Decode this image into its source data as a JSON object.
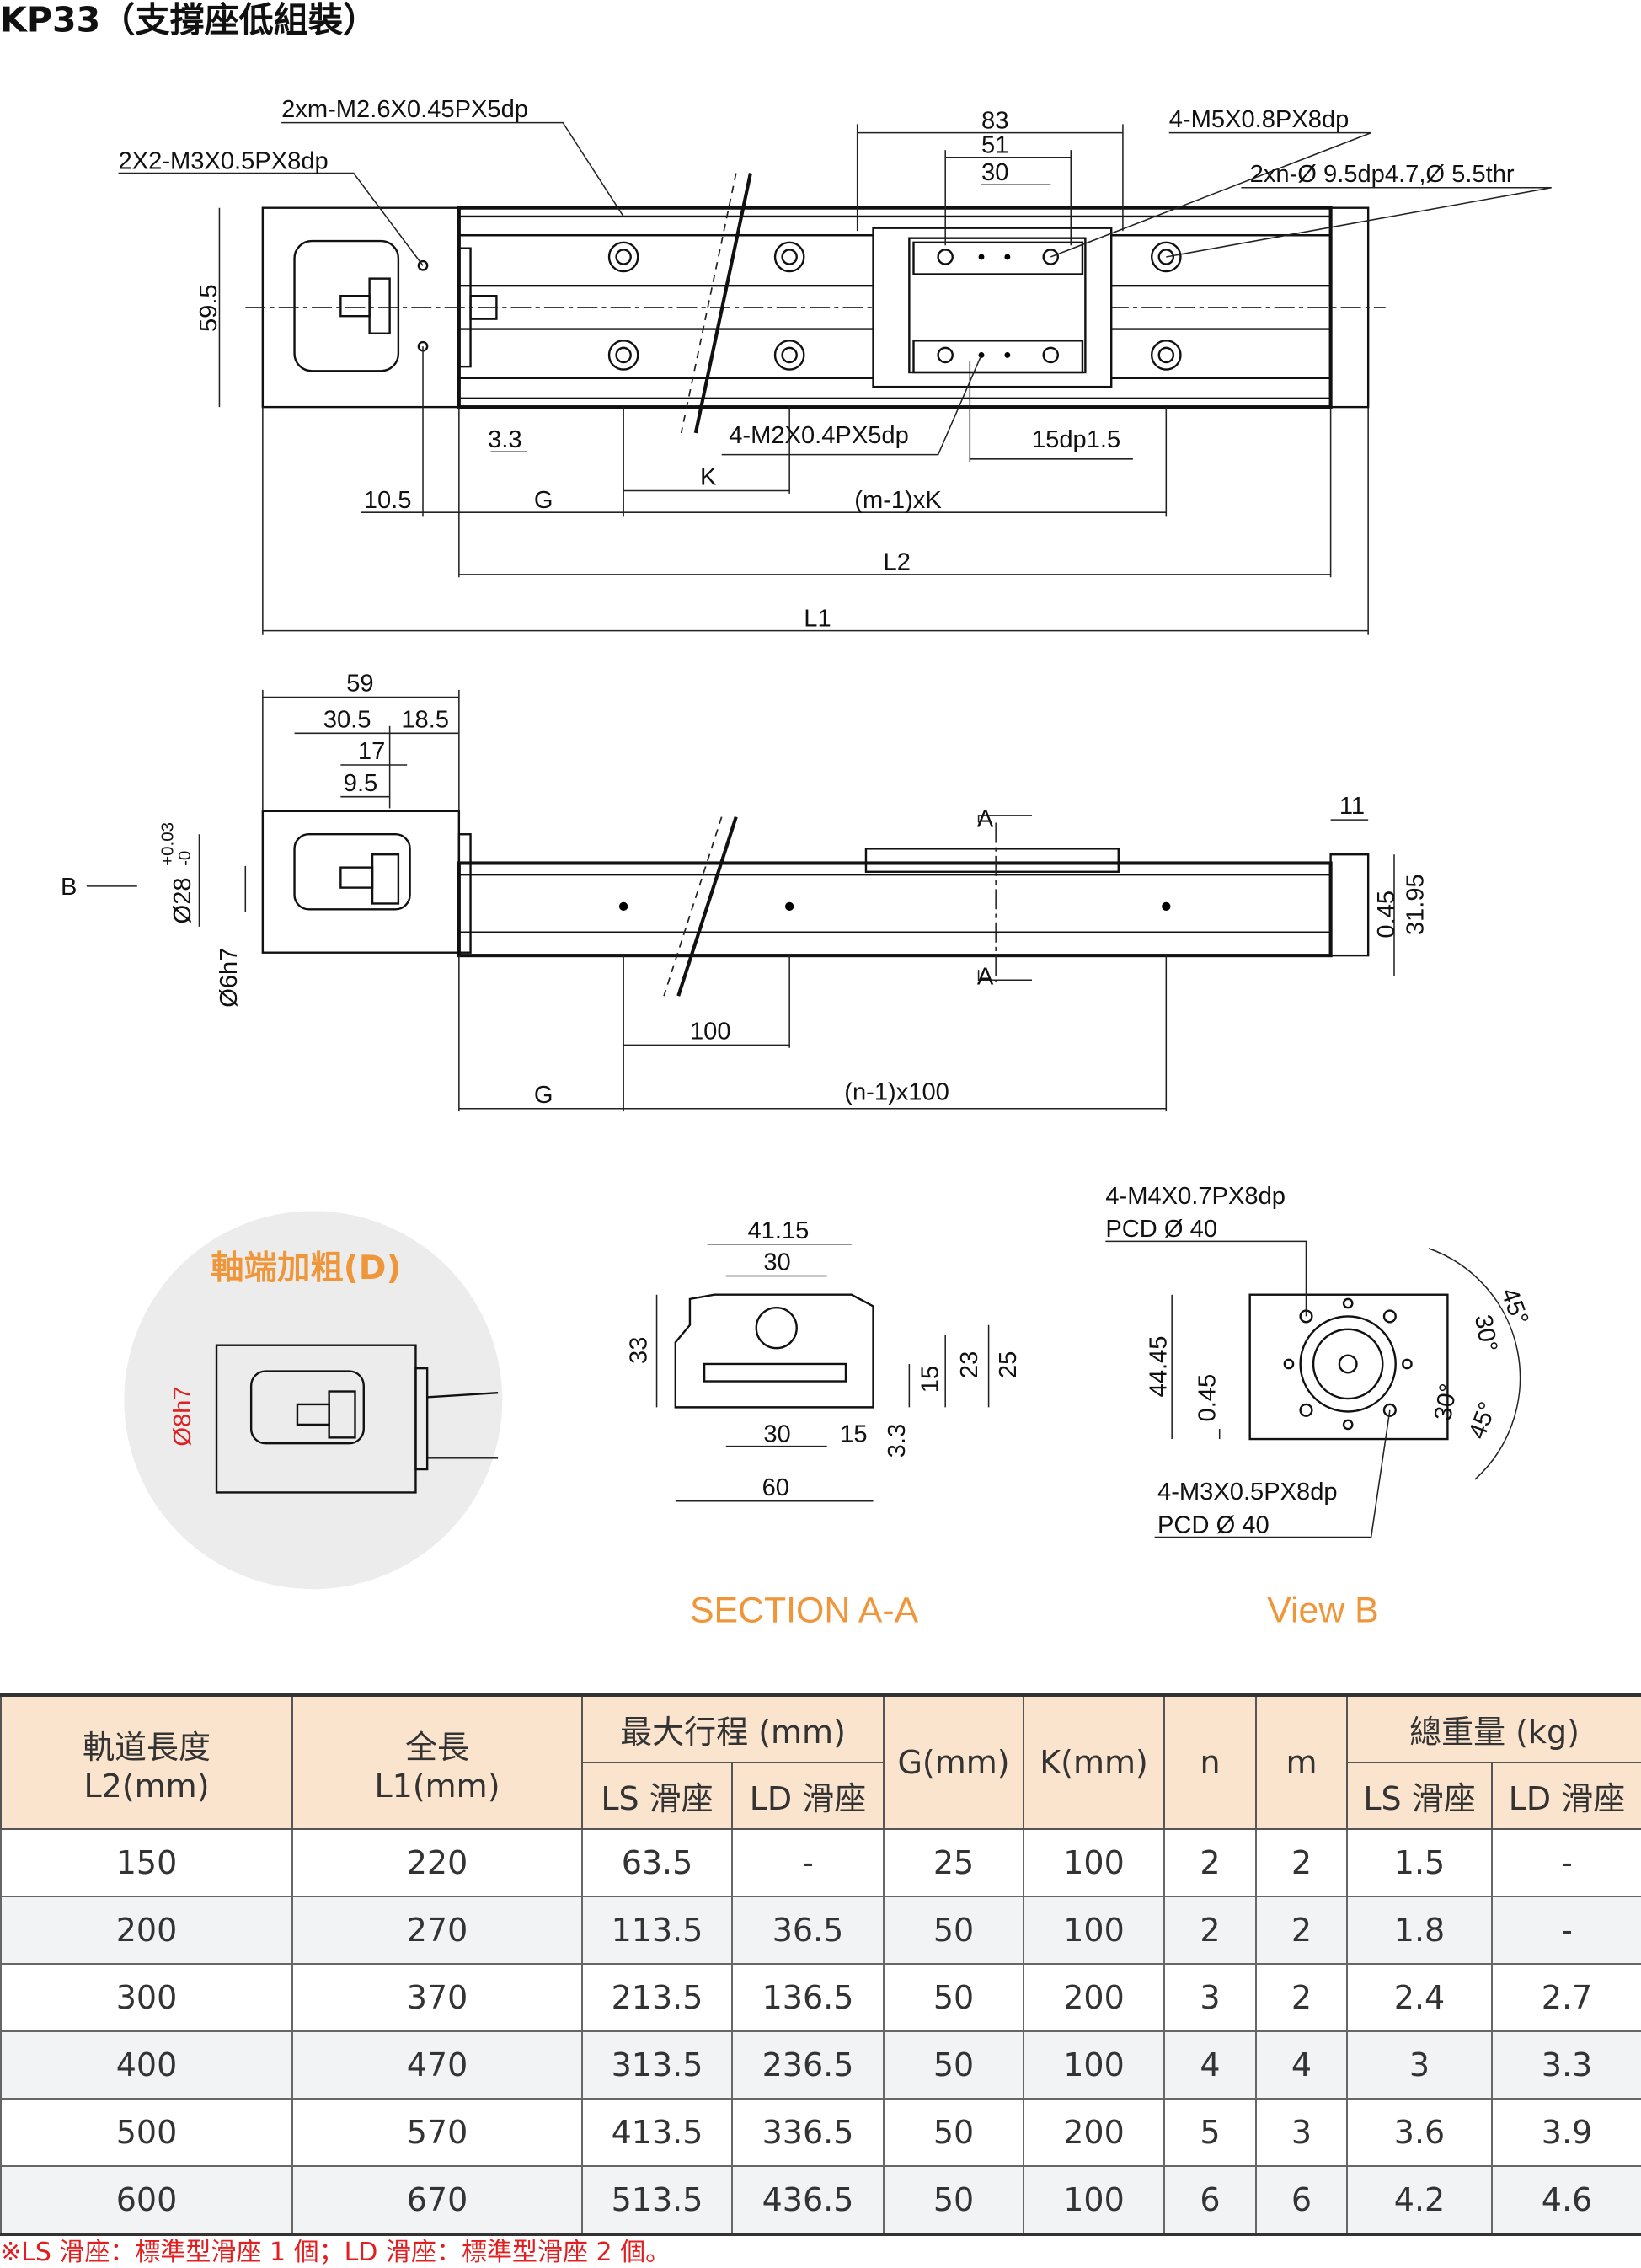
{
  "title": "KP33（支撐座低組裝）",
  "top_view": {
    "callouts": {
      "tap_m26": "2xm-M2.6X0.45PX5dp",
      "tap_m3": "2X2-M3X0.5PX8dp",
      "tap_m5": "4-M5X0.8PX8dp",
      "counterbore": "2xn-Ø 9.5dp4.7,Ø 5.5thr",
      "tap_m2": "4-M2X0.4PX5dp",
      "dp15": "15dp1.5"
    },
    "dims": {
      "d83": "83",
      "d51": "51",
      "d30": "30",
      "height": "59.5",
      "d3_3": "3.3",
      "k": "K",
      "d10_5": "10.5",
      "g": "G",
      "mk": "(m-1)xK",
      "l2": "L2",
      "l1": "L1"
    }
  },
  "side_view": {
    "dims": {
      "d59": "59",
      "d30_5": "30.5",
      "d18_5": "18.5",
      "d17": "17",
      "d9_5": "9.5",
      "b": "B",
      "dia28": "Ø28",
      "tol_plus": "+0.03",
      "tol_minus": "-0",
      "dia6": "Ø6h7",
      "a_top": "A",
      "a_bot": "A",
      "d11": "11",
      "d0_45": "0.45",
      "d31_95": "31.95",
      "d100": "100",
      "g": "G",
      "n100": "(n-1)x100"
    }
  },
  "detail": {
    "title": "軸端加粗(D)",
    "dia": "Ø8h7"
  },
  "section": {
    "title": "SECTION A-A",
    "dims": {
      "d41_15": "41.15",
      "d30": "30",
      "d33": "33",
      "d15": "15",
      "d23": "23",
      "d25": "25",
      "b30": "30",
      "b15": "15",
      "d3_3": "3.3",
      "d60": "60"
    }
  },
  "view_b": {
    "title": "View B",
    "top_callout": "4-M4X0.7PX8dp",
    "top_pcd": "PCD Ø 40",
    "bottom_callout": "4-M3X0.5PX8dp",
    "bottom_pcd": "PCD Ø 40",
    "d44_45": "44.45",
    "d0_45": "0.45",
    "a45a": "45°",
    "a30a": "30°",
    "a30b": "30°",
    "a45b": "45°"
  },
  "table": {
    "headers": {
      "l2": [
        "軌道長度",
        "L2(mm)"
      ],
      "l1": [
        "全長",
        "L1(mm)"
      ],
      "stroke": "最大行程 (mm)",
      "stroke_ls": "LS 滑座",
      "stroke_ld": "LD 滑座",
      "g": "G(mm)",
      "k": "K(mm)",
      "n": "n",
      "m": "m",
      "weight": "總重量 (kg)",
      "weight_ls": "LS 滑座",
      "weight_ld": "LD 滑座"
    },
    "rows": [
      [
        "150",
        "220",
        "63.5",
        "-",
        "25",
        "100",
        "2",
        "2",
        "1.5",
        "-"
      ],
      [
        "200",
        "270",
        "113.5",
        "36.5",
        "50",
        "100",
        "2",
        "2",
        "1.8",
        "-"
      ],
      [
        "300",
        "370",
        "213.5",
        "136.5",
        "50",
        "200",
        "3",
        "2",
        "2.4",
        "2.7"
      ],
      [
        "400",
        "470",
        "313.5",
        "236.5",
        "50",
        "100",
        "4",
        "4",
        "3",
        "3.3"
      ],
      [
        "500",
        "570",
        "413.5",
        "336.5",
        "50",
        "200",
        "5",
        "3",
        "3.6",
        "3.9"
      ],
      [
        "600",
        "670",
        "513.5",
        "436.5",
        "50",
        "100",
        "6",
        "6",
        "4.2",
        "4.6"
      ]
    ]
  },
  "footnote": "※LS 滑座：標準型滑座 1 個；LD 滑座：標準型滑座 2 個。",
  "colors": {
    "accent": "#f0963a",
    "header_bg": "#fbe4cd",
    "note": "#e02020"
  }
}
